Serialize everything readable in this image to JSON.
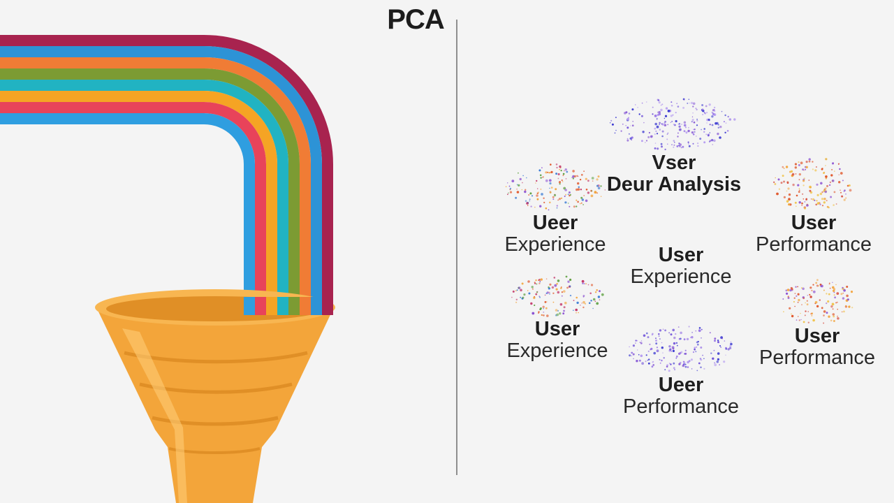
{
  "title": "PCA",
  "colors": {
    "stripes": [
      "#a8234f",
      "#2d93d6",
      "#f07c35",
      "#7c9b33",
      "#21b3c2",
      "#f5a424",
      "#e8435a",
      "#2f9ee0"
    ],
    "funnel": "#f3a53a",
    "funnel_shade": "#e08f26",
    "divider": "#8f8f8f",
    "dot_palettes": {
      "purple": [
        "#6b4bd8",
        "#9a78e6",
        "#3d3bd1",
        "#b49af0",
        "#8c5fd6"
      ],
      "mixed": [
        "#e0572b",
        "#f2a33a",
        "#3a7bd5",
        "#5a9e3c",
        "#c43b6c",
        "#8a4fd1"
      ],
      "warm": [
        "#e0572b",
        "#f2a33a",
        "#f0c34a",
        "#d64a3a",
        "#8a4fd1"
      ]
    }
  },
  "clusters": [
    {
      "line1": "Vser",
      "line2": "Deur Analysis",
      "palette": "purple",
      "icon": "scatter-icon"
    },
    {
      "line1": "Ueer",
      "line2": "Experience",
      "palette": "mixed",
      "icon": "scatter-icon"
    },
    {
      "line1": "User",
      "line2": "Performance",
      "palette": "warm",
      "icon": "scatter-icon"
    },
    {
      "line1": "User",
      "line2": "Experience",
      "palette": "none",
      "icon": ""
    },
    {
      "line1": "User",
      "line2": "Experience",
      "palette": "mixed",
      "icon": "scatter-icon"
    },
    {
      "line1": "User",
      "line2": "Performance",
      "palette": "warm",
      "icon": "scatter-icon"
    },
    {
      "line1": "Ueer",
      "line2": "Performance",
      "palette": "purple",
      "icon": "scatter-icon"
    }
  ]
}
